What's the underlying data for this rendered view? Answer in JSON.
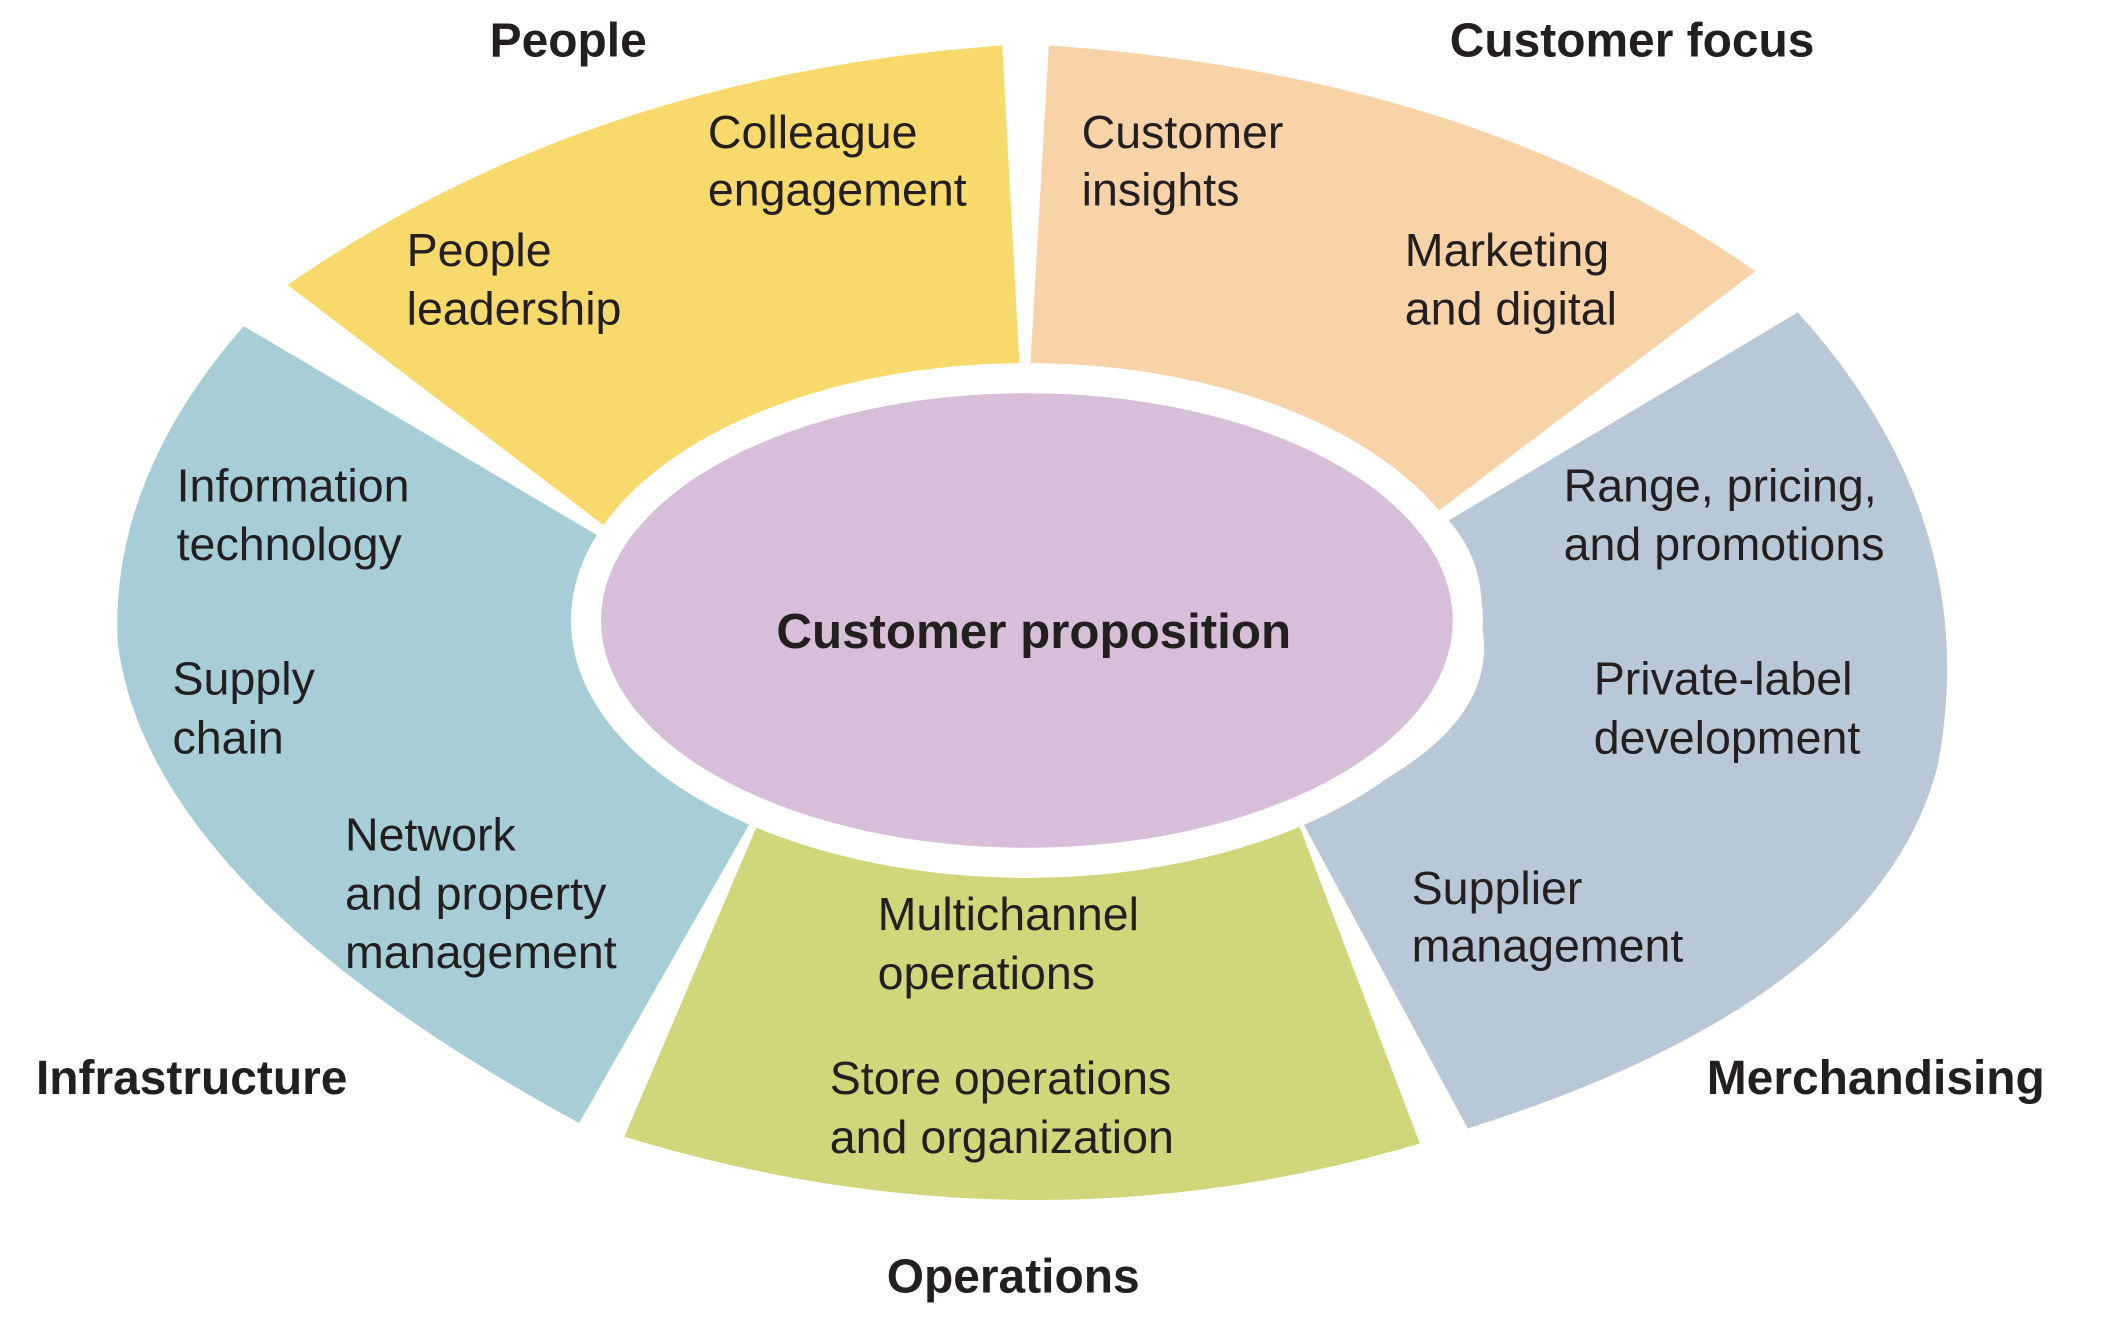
{
  "diagram": {
    "center": {
      "label": "Customer proposition",
      "color": "#d7bfd9"
    },
    "segments": [
      {
        "id": "people",
        "title": "People",
        "color": "#f8d96c",
        "items": [
          [
            "Colleague",
            "engagement"
          ],
          [
            "People",
            "leadership"
          ]
        ]
      },
      {
        "id": "customer-focus",
        "title": "Customer focus",
        "color": "#f8d3a8",
        "items": [
          [
            "Customer",
            "insights"
          ],
          [
            "Marketing",
            "and digital"
          ]
        ]
      },
      {
        "id": "merchandising",
        "title": "Merchandising",
        "color": "#b8c8d7",
        "items": [
          [
            "Range, pricing,",
            "and promotions"
          ],
          [
            "Private-label",
            "development"
          ],
          [
            "Supplier",
            "management"
          ]
        ]
      },
      {
        "id": "operations",
        "title": "Operations",
        "color": "#d1d67a",
        "items": [
          [
            "Multichannel",
            "operations"
          ],
          [
            "Store operations",
            "and organization"
          ]
        ]
      },
      {
        "id": "infrastructure",
        "title": "Infrastructure",
        "color": "#a7cdd7",
        "items": [
          [
            "Information",
            "technology"
          ],
          [
            "Supply",
            "chain"
          ],
          [
            "Network",
            "and property",
            "management"
          ]
        ]
      }
    ]
  }
}
